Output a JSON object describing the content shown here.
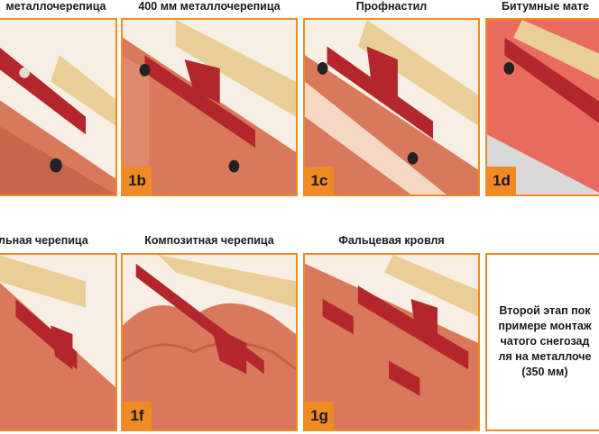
{
  "row1": {
    "titles": [
      "металлочерепица",
      "400 мм металлочерепица",
      "Профнастил",
      "Битумные мате"
    ],
    "badges": [
      "1b",
      "1c",
      "1d"
    ]
  },
  "row2": {
    "titles": [
      "льная черепица",
      "Композитная черепица",
      "Фальцевая кровля"
    ],
    "badges": [
      "1f",
      "1g"
    ]
  },
  "note": {
    "lines": [
      "Второй этап пок",
      "примере монтаж",
      "чатого снегозад",
      "ля на металлоче",
      "(350 мм)"
    ]
  },
  "colors": {
    "accent": "#f08a24",
    "bracket": "#b3262c",
    "roof": "#d9785a",
    "wood": "#e9cf97"
  }
}
